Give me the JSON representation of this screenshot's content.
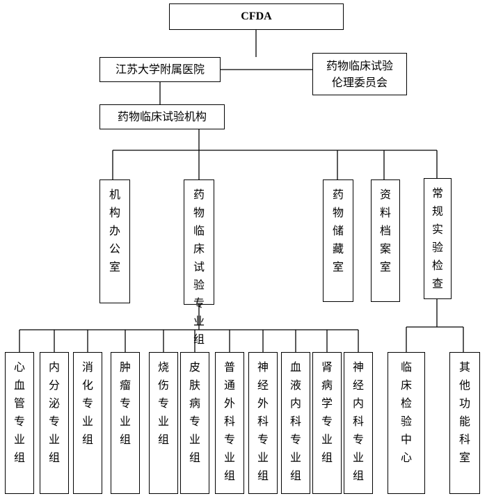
{
  "org_chart": {
    "root": "CFDA",
    "hospital": "江苏大学附属医院",
    "ethics": "药物临床试验\n伦理委员会",
    "institution": "药物临床试验机构",
    "departments": [
      {
        "id": "office",
        "label": "机构办公室"
      },
      {
        "id": "specialty",
        "label": "药物临床试验专业组"
      },
      {
        "id": "pharmacy",
        "label": "药物储藏室"
      },
      {
        "id": "archive",
        "label": "资料档案室"
      },
      {
        "id": "routine-lab",
        "label": "常规实验检查"
      }
    ],
    "specialty_groups": [
      {
        "id": "cardio",
        "label": "心血管专业组"
      },
      {
        "id": "endocrine",
        "label": "内分泌专业组"
      },
      {
        "id": "digestive",
        "label": "消化专业组"
      },
      {
        "id": "oncology",
        "label": "肿瘤专业组"
      },
      {
        "id": "burn",
        "label": "烧伤专业组"
      },
      {
        "id": "derma",
        "label": "皮肤病专业组"
      },
      {
        "id": "general-surgery",
        "label": "普通外科专业组"
      },
      {
        "id": "neurosurgery",
        "label": "神经外科专业组"
      },
      {
        "id": "hematology",
        "label": "血液内科专业组"
      },
      {
        "id": "nephrology",
        "label": "肾病学专业组"
      },
      {
        "id": "neurology",
        "label": "神经内科专业组"
      }
    ],
    "lab_units": [
      {
        "id": "clinical-lab",
        "label": "临床检验中心"
      },
      {
        "id": "function",
        "label": "其他功能科室"
      }
    ]
  }
}
